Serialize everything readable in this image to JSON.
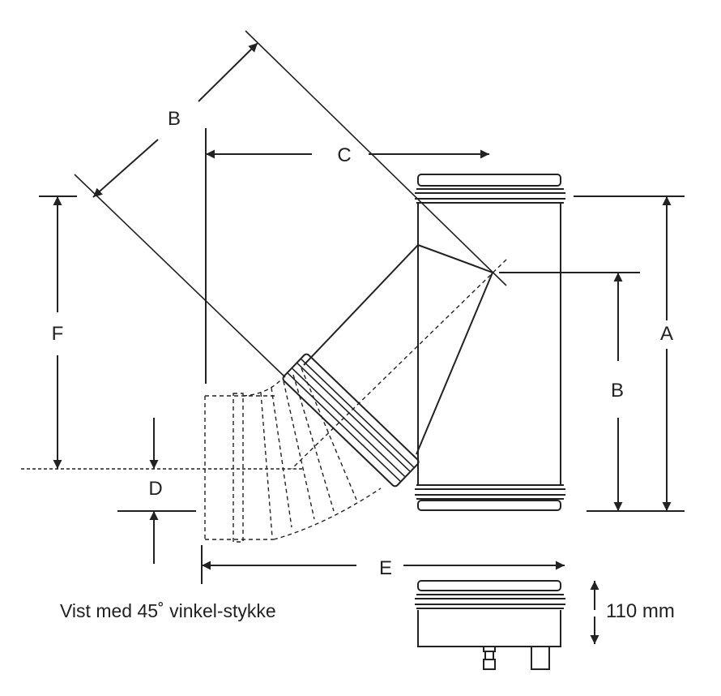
{
  "labels": {
    "a": "A",
    "b_diagonal": "B",
    "b_vertical": "B",
    "c": "C",
    "d": "D",
    "e": "E",
    "f": "F",
    "height_110": "110 mm"
  },
  "caption": "Vist med 45˚ vinkel-stykke",
  "colors": {
    "ink": "#222222",
    "background": "#ffffff"
  }
}
